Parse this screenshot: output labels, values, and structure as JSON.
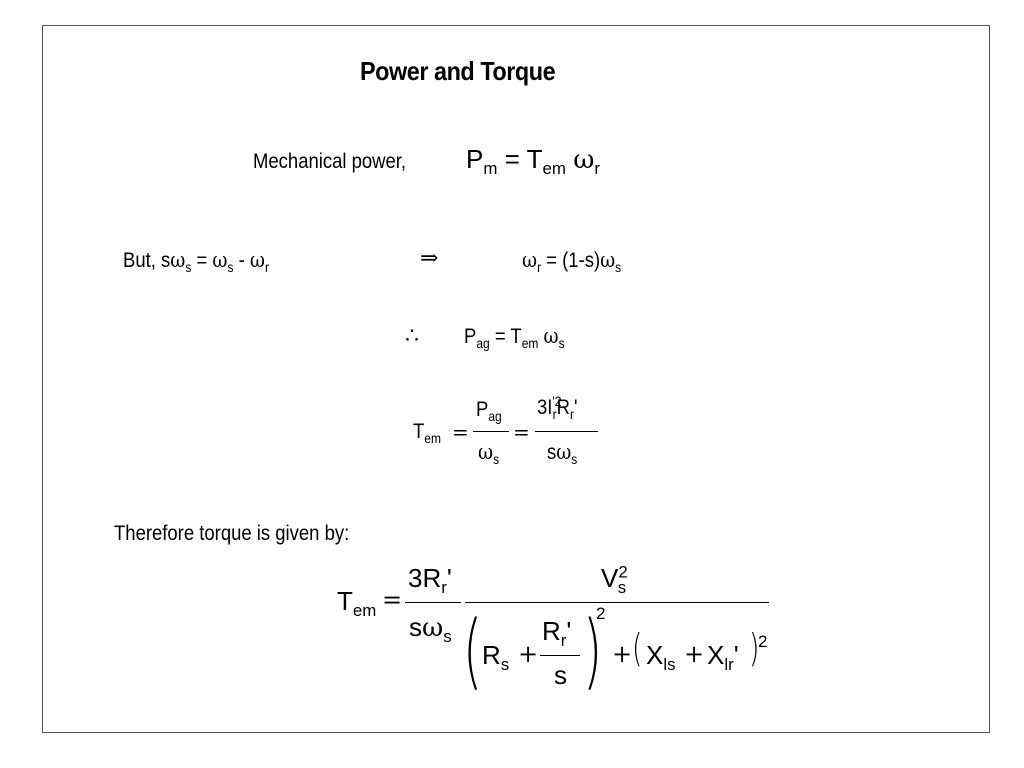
{
  "slide": {
    "title": "Power and Torque",
    "mechanical_label": "Mechanical power,",
    "pm_P": "P",
    "pm_sub": "m",
    "pm_eq": "= T",
    "pm_sub2": "em",
    "pm_omega": "ω",
    "pm_sub3": "r",
    "but": "But, s",
    "but_omega1": "ω",
    "but_s1": "s",
    "but_eq": " = ",
    "but_omega2": "ω",
    "but_s2": "s",
    "but_minus": " - ",
    "but_omega3": "ω",
    "but_r": "r",
    "implies": "⇒",
    "rhs_omega": "ω",
    "rhs_r": "r",
    "rhs_eq": " = (1-s)",
    "rhs_omega2": "ω",
    "rhs_s": "s",
    "therefore": "∴",
    "pag_P": "P",
    "pag_sub": "ag",
    "pag_eq": " = T",
    "pag_sub2": "em",
    "pag_omega": "ω",
    "pag_s": "s",
    "tem_T": "T",
    "tem_sub": "em",
    "eq": "=",
    "f1_num_P": "P",
    "f1_num_sub": "ag",
    "f1_den_omega": "ω",
    "f1_den_s": "s",
    "f2_num": "3I",
    "f2_num_sup": "'2",
    "f2_num_sub": "r",
    "f2_num_R": "R",
    "f2_num_Rsub": "r",
    "f2_num_prime": "'",
    "f2_den_s": "s",
    "f2_den_omega": "ω",
    "f2_den_sub": "s",
    "therefore_text": "Therefore torque is given by:",
    "final_T": "T",
    "final_sub": "em",
    "g1_num": "3R",
    "g1_num_sub": "r",
    "g1_num_prime": "'",
    "g1_den_s": "s",
    "g1_den_omega": "ω",
    "g1_den_sub": "s",
    "g2_num_V": "V",
    "g2_num_sup": "2",
    "g2_num_sub": "s",
    "den_Rs": "R",
    "den_Rs_sub": "s",
    "den_plus": "+",
    "den_frac_num": "R",
    "den_frac_num_sub": "r",
    "den_frac_num_prime": "'",
    "den_frac_den": "s",
    "den_sq": "2",
    "den_plus2": "+",
    "den_X1": "X",
    "den_X1_sub": "ls",
    "den_plus3": "+",
    "den_X2": "X",
    "den_X2_sub": "lr",
    "den_X2_prime": "'",
    "den_sq2": "2",
    "lparen": "(",
    "rparen": ")"
  }
}
